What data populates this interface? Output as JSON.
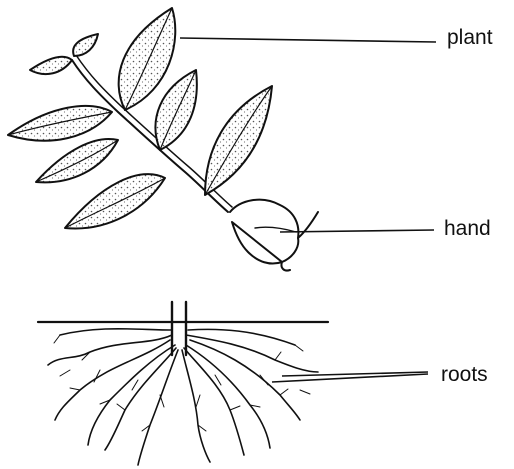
{
  "labels": {
    "plant": "plant",
    "hand": "hand",
    "roots": "roots"
  },
  "colors": {
    "ink": "#111111",
    "leaf_fill": "#d9d9d9",
    "background": "#ffffff"
  }
}
